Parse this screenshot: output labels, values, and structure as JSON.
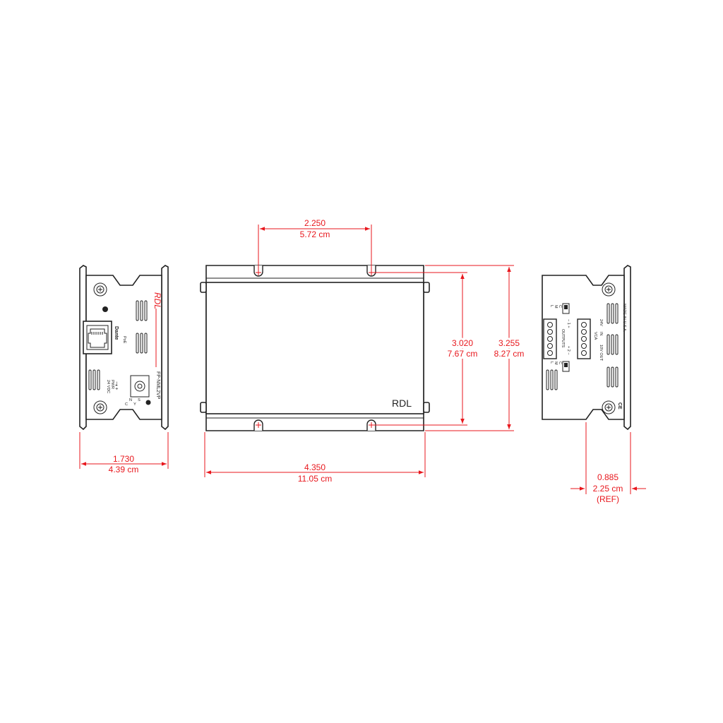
{
  "colors": {
    "dimension": "#e8171d",
    "outline": "#222222",
    "background": "#ffffff"
  },
  "front_panel": {
    "brand": "RDL",
    "model": "FP-NML2VP",
    "dante_logo": "Dante",
    "poe_label": "PoE",
    "power_label_1": "24 VDC",
    "power_label_2": "PWR",
    "sync_letters": [
      "S",
      "Y",
      "N",
      "C"
    ],
    "icons": [
      "rj45-jack-icon",
      "dc-power-jack-icon",
      "screw-icon",
      "led-icon"
    ]
  },
  "top_view": {
    "brand": "RDL"
  },
  "rear_panel": {
    "made_in": "MADE IN U.S.A.",
    "ce_mark": "CE",
    "outputs_label": "OUTPUTS",
    "vca_label": "VCA",
    "output_numbers": [
      "+ 2 −",
      "− 1 +"
    ],
    "vca_labels": [
      "IN",
      "10V OUT",
      "24V"
    ],
    "switch_letters": [
      "L",
      "M",
      "C"
    ],
    "terminal_count": 5
  },
  "dimensions": {
    "front_width": {
      "inches": "1.730",
      "cm": "4.39 cm"
    },
    "top_length": {
      "inches": "4.350",
      "cm": "11.05 cm"
    },
    "mount_spacing": {
      "inches": "2.250",
      "cm": "5.72 cm"
    },
    "mount_height": {
      "inches": "3.020",
      "cm": "7.67 cm"
    },
    "overall_height": {
      "inches": "3.255",
      "cm": "8.27 cm"
    },
    "rear_depth": {
      "inches": "0.885",
      "cm": "2.25 cm",
      "note": "(REF)"
    }
  }
}
